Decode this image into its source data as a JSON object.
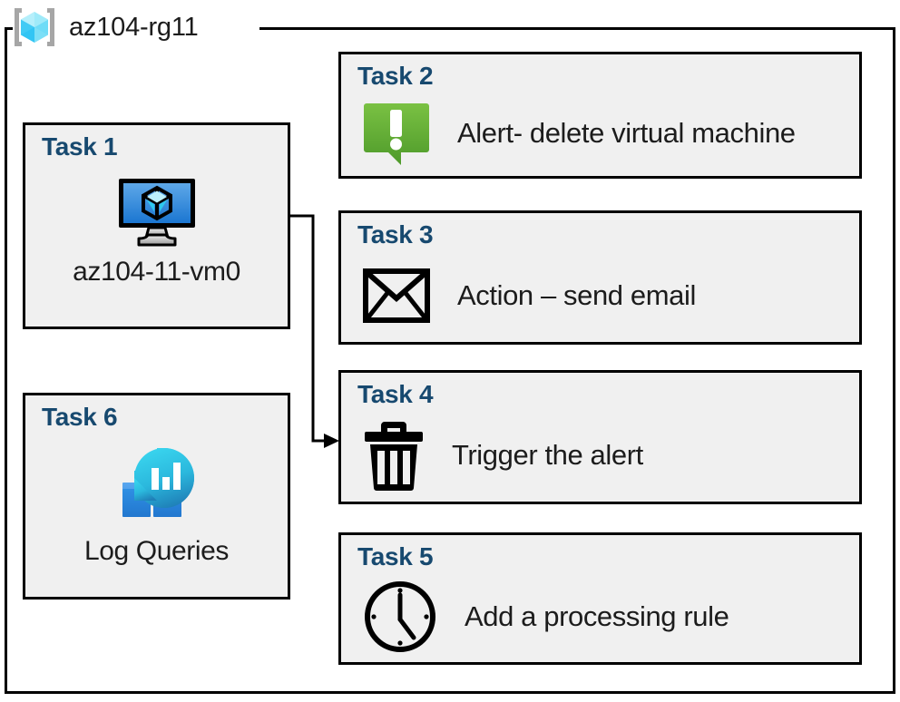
{
  "diagram": {
    "resource_group": {
      "name": "az104-rg11",
      "icon": "resource-group-cube-icon"
    },
    "frame_color": "#000000",
    "card_background": "#f0f0f0",
    "title_color": "#17496f",
    "text_color": "#1c1c1c"
  },
  "cards": {
    "task1": {
      "title": "Task 1",
      "caption": "az104-11-vm0",
      "icon": "virtual-machine-monitor-icon"
    },
    "task2": {
      "title": "Task 2",
      "label": "Alert- delete virtual machine",
      "icon": "alert-speech-bubble-icon",
      "icon_color_top": "#7ac143",
      "icon_color_bottom": "#4e9a2a"
    },
    "task3": {
      "title": "Task 3",
      "label": "Action – send email",
      "icon": "envelope-icon"
    },
    "task4": {
      "title": "Task 4",
      "label": "Trigger the alert",
      "icon": "trash-can-icon"
    },
    "task5": {
      "title": "Task 5",
      "label": "Add a processing rule",
      "icon": "clock-icon"
    },
    "task6": {
      "title": "Task 6",
      "caption": "Log Queries",
      "icon": "log-analytics-icon"
    }
  },
  "connector": {
    "from": "task1-vm-icon",
    "to": "task4-card",
    "arrow": "arrow-right"
  }
}
